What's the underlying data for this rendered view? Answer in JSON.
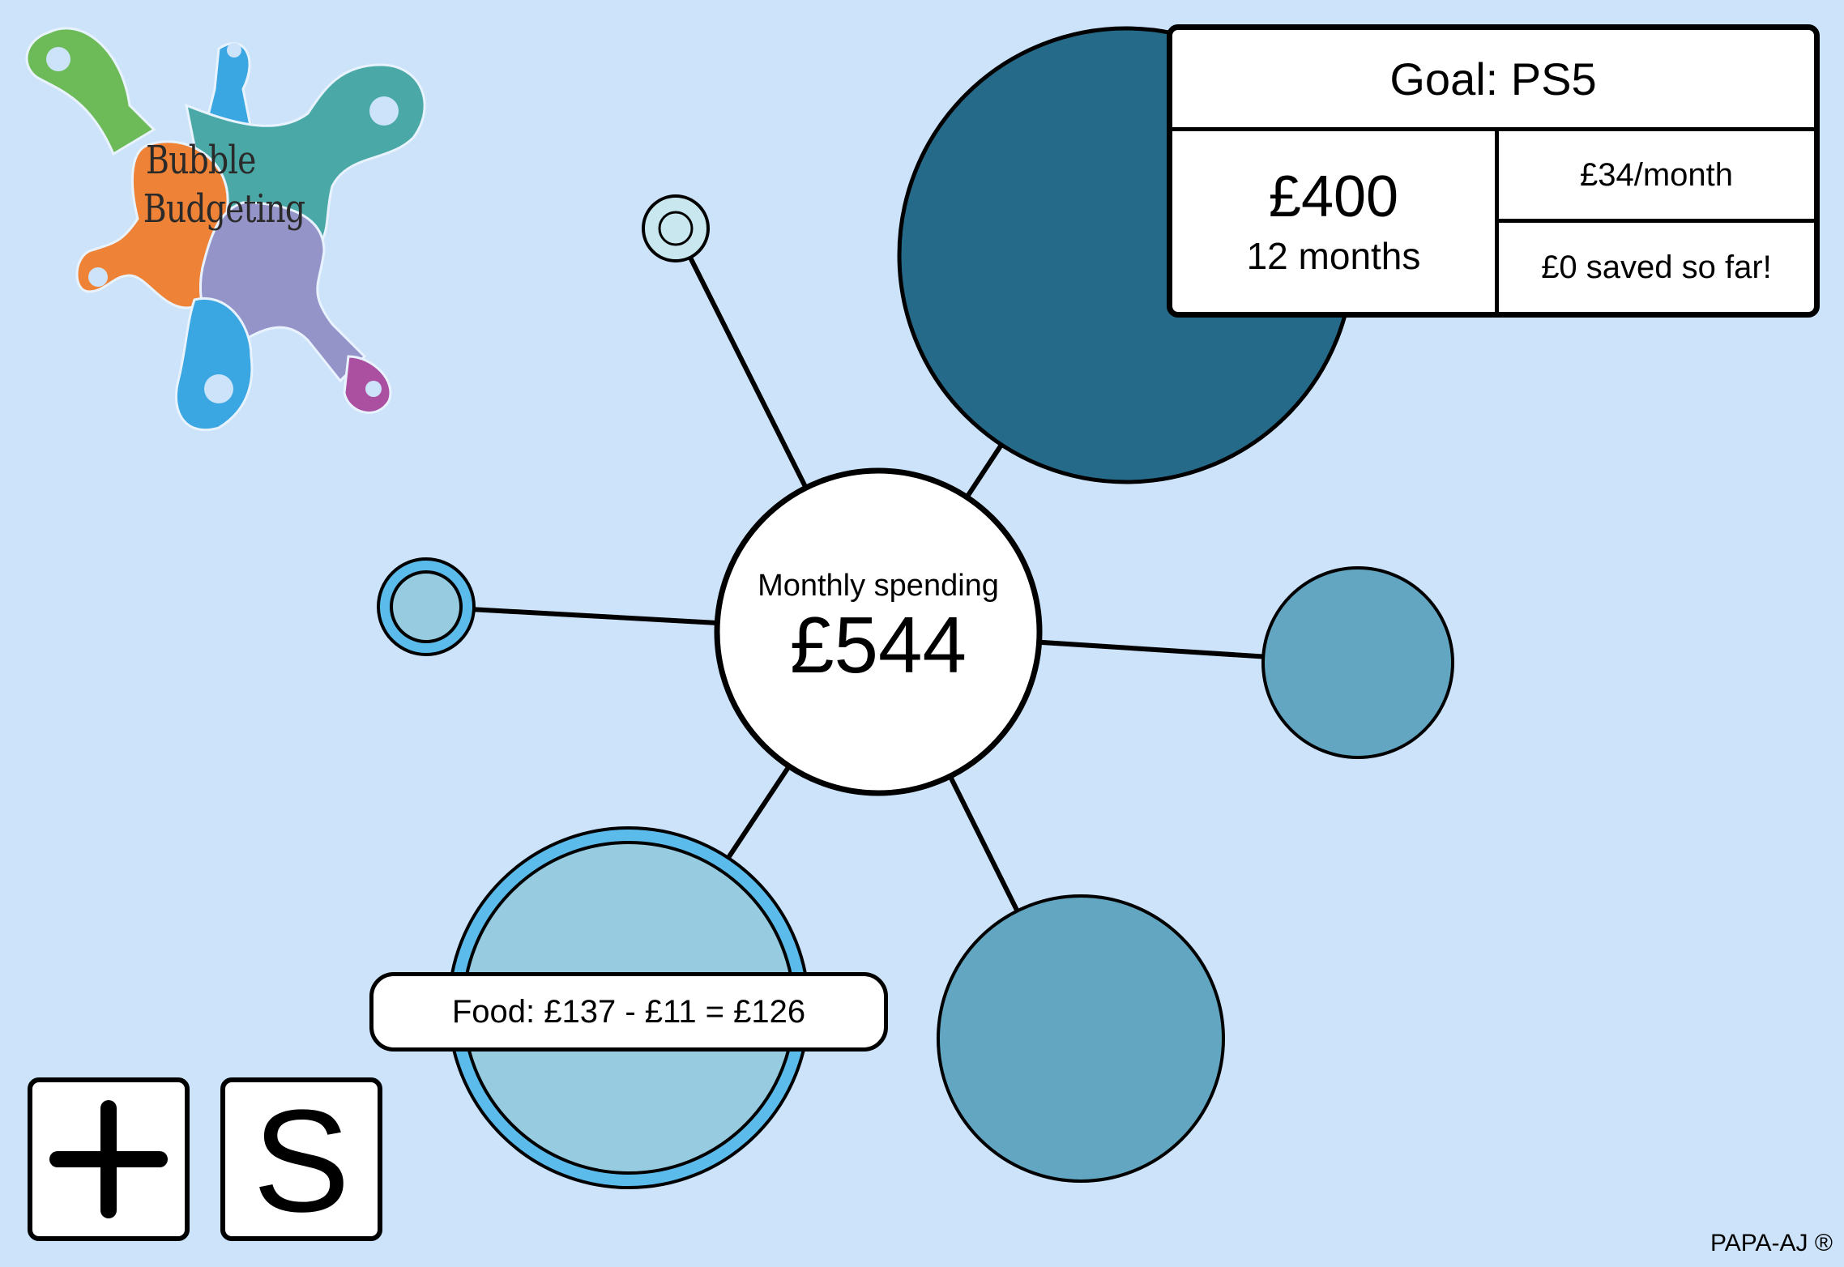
{
  "app": {
    "logo_line1": "Bubble",
    "logo_line2": "Budgeting",
    "footer": "PAPA-AJ ®"
  },
  "center": {
    "label": "Monthly spending",
    "value": "£544"
  },
  "goal": {
    "title": "Goal: PS5",
    "amount": "£400",
    "duration": "12 months",
    "monthly": "£34/month",
    "saved": "£0 saved so far!"
  },
  "tooltip": {
    "text": "Food: £137 - £11 = £126"
  },
  "toolbar": {
    "add_icon": "plus-icon",
    "save_label": "S"
  },
  "colors": {
    "background": "#cce3fa",
    "bubble_dark": "#266a89",
    "bubble_mid": "#62a6c1",
    "bubble_light": "#97cbe0",
    "bubble_ring": "#5bbbea",
    "bubble_pale": "#c8e7ee"
  }
}
